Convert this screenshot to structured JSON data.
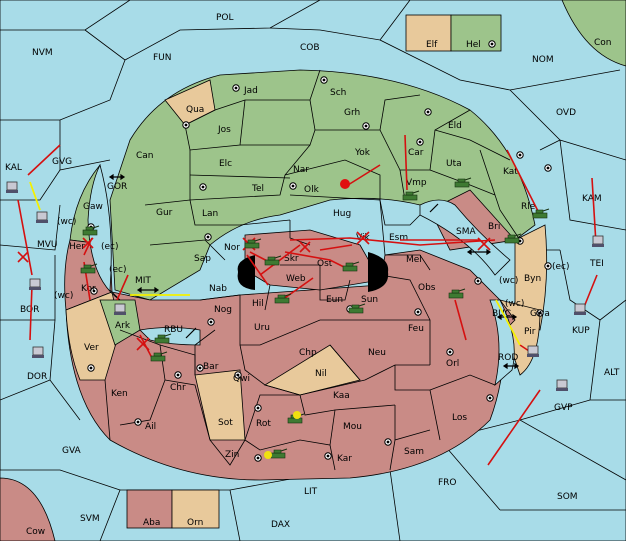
{
  "colors": {
    "sea": "#a8dce8",
    "elf": "#e8c99b",
    "hel": "#9dc48b",
    "aba": "#c98b86",
    "orn": "#e8c99b",
    "order_move": "#d51010",
    "order_support": "#f4f000"
  },
  "legend_top": {
    "left": "Elf",
    "right": "Hel"
  },
  "legend_bottom": {
    "left": "Aba",
    "right": "Orn"
  },
  "sea_labels": [
    {
      "id": "pol",
      "text": "POL"
    },
    {
      "id": "nvm",
      "text": "NVM"
    },
    {
      "id": "fun",
      "text": "FUN"
    },
    {
      "id": "cob",
      "text": "COB"
    },
    {
      "id": "nom",
      "text": "NOM"
    },
    {
      "id": "con",
      "text": "Con"
    },
    {
      "id": "ovd",
      "text": "OVD"
    },
    {
      "id": "kam",
      "text": "KAM"
    },
    {
      "id": "gvg",
      "text": "GVG"
    },
    {
      "id": "kal",
      "text": "KAL"
    },
    {
      "id": "gor",
      "text": "GOR"
    },
    {
      "id": "mvu",
      "text": "MVU"
    },
    {
      "id": "bor",
      "text": "BOR"
    },
    {
      "id": "dor",
      "text": "DOR"
    },
    {
      "id": "mit",
      "text": "MIT"
    },
    {
      "id": "rbu",
      "text": "RBU"
    },
    {
      "id": "sma",
      "text": "SMA"
    },
    {
      "id": "tei",
      "text": "TEI"
    },
    {
      "id": "kup",
      "text": "KUP"
    },
    {
      "id": "buc",
      "text": "BUC"
    },
    {
      "id": "rod",
      "text": "ROD"
    },
    {
      "id": "alt",
      "text": "ALT"
    },
    {
      "id": "gvp",
      "text": "GVP"
    },
    {
      "id": "gva",
      "text": "GVA"
    },
    {
      "id": "fro",
      "text": "FRO"
    },
    {
      "id": "som",
      "text": "SOM"
    },
    {
      "id": "lit",
      "text": "LIT"
    },
    {
      "id": "svm",
      "text": "SVM"
    },
    {
      "id": "dax",
      "text": "DAX"
    },
    {
      "id": "cow",
      "text": "Cow"
    }
  ],
  "land_labels": [
    {
      "id": "jad",
      "text": "Jad"
    },
    {
      "id": "qua",
      "text": "Qua"
    },
    {
      "id": "sch",
      "text": "Sch"
    },
    {
      "id": "jos",
      "text": "Jos"
    },
    {
      "id": "grh",
      "text": "Grh"
    },
    {
      "id": "eld",
      "text": "Eld"
    },
    {
      "id": "can",
      "text": "Can"
    },
    {
      "id": "elc",
      "text": "Elc"
    },
    {
      "id": "nar",
      "text": "Nar"
    },
    {
      "id": "yok",
      "text": "Yok"
    },
    {
      "id": "car",
      "text": "Car"
    },
    {
      "id": "uta",
      "text": "Uta"
    },
    {
      "id": "tel",
      "text": "Tel"
    },
    {
      "id": "olk",
      "text": "Olk"
    },
    {
      "id": "vmp",
      "text": "Vmp"
    },
    {
      "id": "kat",
      "text": "Kat"
    },
    {
      "id": "gaw",
      "text": "Gaw"
    },
    {
      "id": "gur",
      "text": "Gur"
    },
    {
      "id": "lan",
      "text": "Lan"
    },
    {
      "id": "hug",
      "text": "Hug"
    },
    {
      "id": "rle",
      "text": "Rle"
    },
    {
      "id": "bri",
      "text": "Bri"
    },
    {
      "id": "her",
      "text": "Her"
    },
    {
      "id": "ec1",
      "text": "(ec)"
    },
    {
      "id": "wc1",
      "text": "(wc)"
    },
    {
      "id": "nor",
      "text": "Nor"
    },
    {
      "id": "skr",
      "text": "Skr"
    },
    {
      "id": "vik",
      "text": "Vik"
    },
    {
      "id": "esm",
      "text": "Esm"
    },
    {
      "id": "sap",
      "text": "Sap"
    },
    {
      "id": "web",
      "text": "Web"
    },
    {
      "id": "ost",
      "text": "Ost"
    },
    {
      "id": "mel",
      "text": "Mel"
    },
    {
      "id": "byn",
      "text": "Byn"
    },
    {
      "id": "ec2",
      "text": "(ec)"
    },
    {
      "id": "kor",
      "text": "Kor"
    },
    {
      "id": "ec3",
      "text": "(ec)"
    },
    {
      "id": "wc2",
      "text": "(wc)"
    },
    {
      "id": "nab",
      "text": "Nab"
    },
    {
      "id": "eun",
      "text": "Eun"
    },
    {
      "id": "sun",
      "text": "Sun"
    },
    {
      "id": "obs",
      "text": "Obs"
    },
    {
      "id": "wc3",
      "text": "(wc)"
    },
    {
      "id": "wc4",
      "text": "(wc)"
    },
    {
      "id": "gwa",
      "text": "Gwa"
    },
    {
      "id": "hil",
      "text": "Hil"
    },
    {
      "id": "nog",
      "text": "Nog"
    },
    {
      "id": "ark",
      "text": "Ark"
    },
    {
      "id": "uru",
      "text": "Uru"
    },
    {
      "id": "feu",
      "text": "Feu"
    },
    {
      "id": "pir",
      "text": "Pir"
    },
    {
      "id": "ver",
      "text": "Ver"
    },
    {
      "id": "chp",
      "text": "Chp"
    },
    {
      "id": "neu",
      "text": "Neu"
    },
    {
      "id": "orl",
      "text": "Orl"
    },
    {
      "id": "bar",
      "text": "Bar"
    },
    {
      "id": "qwi",
      "text": "Qwi"
    },
    {
      "id": "nil",
      "text": "Nil"
    },
    {
      "id": "chr",
      "text": "Chr"
    },
    {
      "id": "ken",
      "text": "Ken"
    },
    {
      "id": "kaa",
      "text": "Kaa"
    },
    {
      "id": "sot",
      "text": "Sot"
    },
    {
      "id": "rot",
      "text": "Rot"
    },
    {
      "id": "ail",
      "text": "Ail"
    },
    {
      "id": "los",
      "text": "Los"
    },
    {
      "id": "mou",
      "text": "Mou"
    },
    {
      "id": "sam",
      "text": "Sam"
    },
    {
      "id": "zin",
      "text": "Zin"
    },
    {
      "id": "kar",
      "text": "Kar"
    }
  ]
}
